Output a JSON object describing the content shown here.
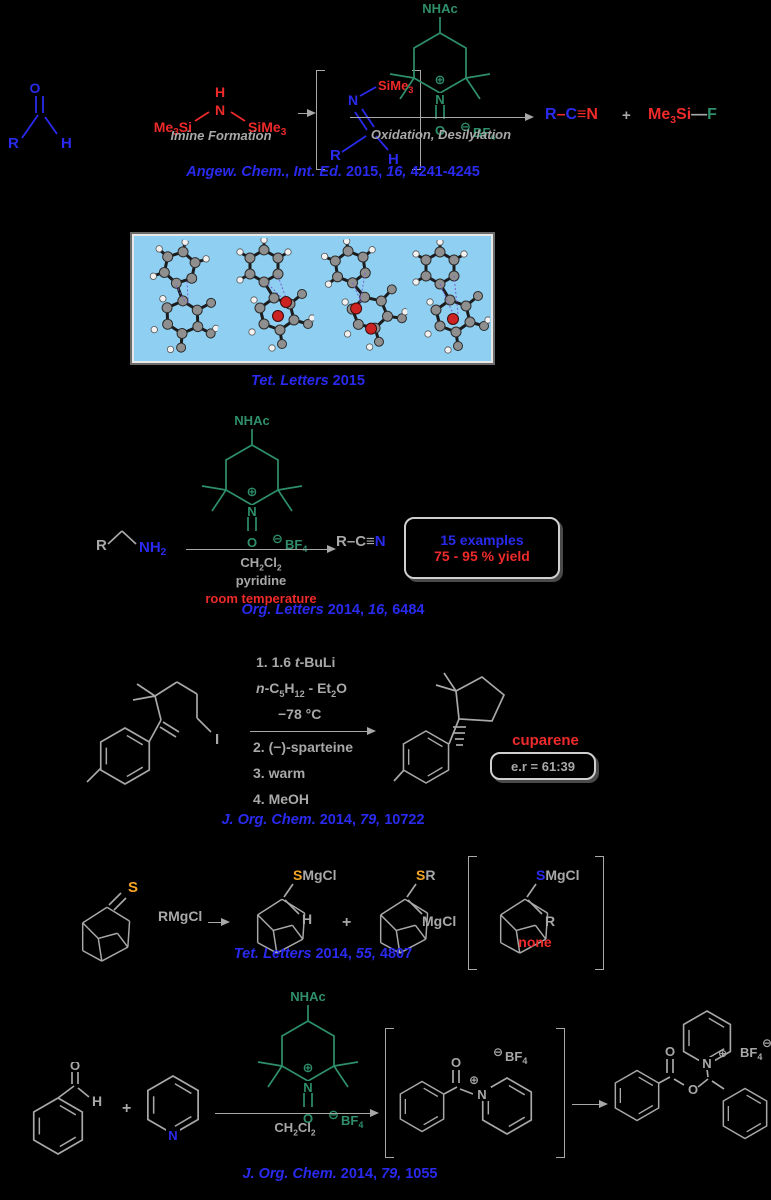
{
  "colors": {
    "background": "#000000",
    "blue": "#2a2aee",
    "red": "#ee2a2a",
    "green": "#2e8f6a",
    "ink_gray": "#a8a8a8",
    "sulfur_orange": "#f5a623",
    "crystal_panel_blue": "#8fd0f2"
  },
  "tempo_reagent": {
    "nhac": "NHAc",
    "oplus": "⊕",
    "n": "N",
    "o": "O",
    "ominus": "⊖",
    "bf": "BF",
    "four": "4"
  },
  "scheme1": {
    "aldehyde": {
      "r": "R",
      "o": "O",
      "h": "H"
    },
    "hmds": {
      "h": "H",
      "n": "N",
      "me_a": "Me",
      "sub_a": "3",
      "si_a": "Si",
      "simes_b": "SiMe",
      "sub_b": "3"
    },
    "step1_label": "Imine Formation",
    "imine": {
      "r": "R",
      "n": "N",
      "h": "H",
      "simes": "SiMe",
      "sub": "3"
    },
    "step2_label": "Oxidation, Desilylation",
    "nitrile": {
      "r": "R",
      "dash": "–",
      "c": "C",
      "triple": "≡",
      "n": "N"
    },
    "plus": "+",
    "tmsf": {
      "me": "Me",
      "sub": "3",
      "si": "Si",
      "dash": "—",
      "f": "F"
    },
    "citation": {
      "journal": "Angew. Chem., Int. Ed.",
      "year": "2015,",
      "volume": "16,",
      "pages": "4241-4245"
    }
  },
  "scheme2": {
    "citation": {
      "journal": "Tet. Letters",
      "year": "2015"
    }
  },
  "scheme3": {
    "amine": {
      "r": "R",
      "nh": "NH",
      "two": "2"
    },
    "solvent": {
      "ch": "CH",
      "two_a": "2",
      "cl": "Cl",
      "two_b": "2"
    },
    "base": "pyridine",
    "temp": "room temperature",
    "nitrile": {
      "r": "R",
      "dash": "–",
      "c": "C",
      "triple": "≡",
      "n": "N"
    },
    "results": {
      "examples": "15 examples",
      "yield": "75 - 95 % yield"
    },
    "citation": {
      "journal": "Org. Letters",
      "year": "2014,",
      "volume": "16,",
      "pages": "6484"
    }
  },
  "scheme4": {
    "iodide_label": "I",
    "step1": {
      "pre": "1. 1.6 ",
      "ital": "t",
      "post": "-BuLi"
    },
    "step1b": {
      "ital": "n",
      "c": "-C",
      "five": "5",
      "h": "H",
      "twelve": "12",
      "et": " - Et",
      "two": "2",
      "o": "O"
    },
    "step1c": "−78 °C",
    "step2": {
      "pre": "2. ",
      "rest": "(−)-sparteine"
    },
    "step3": "3. warm",
    "step4": "4. MeOH",
    "product_name": "cuparene",
    "er": "e.r = 61:39",
    "citation": {
      "journal": "J. Org. Chem.",
      "year": "2014,",
      "volume": "79,",
      "pages": "10722"
    }
  },
  "scheme5": {
    "thione_s": "S",
    "reagent": "RMgCl",
    "p1": {
      "s": "S",
      "mgcl": "MgCl",
      "h": "H"
    },
    "plus": "+",
    "p2": {
      "s": "S",
      "r": "R",
      "mgcl": "MgCl"
    },
    "p3": {
      "s": "S",
      "mgcl": "MgCl",
      "r": "R"
    },
    "none_label": "none",
    "citation": {
      "journal": "Tet. Letters",
      "year": "2014,",
      "volume": "55,",
      "pages": "4807"
    }
  },
  "scheme6": {
    "aldehyde": {
      "o": "O",
      "h": "H"
    },
    "plus": "+",
    "pyridine_n": "N",
    "solvent": {
      "ch": "CH",
      "two_a": "2",
      "cl": "Cl",
      "two_b": "2"
    },
    "intermediate": {
      "o": "O",
      "oplus": "⊕",
      "n": "N",
      "ominus": "⊖",
      "bf": "BF",
      "four": "4"
    },
    "product": {
      "o_carbonyl": "O",
      "o_ester": "O",
      "n": "N",
      "oplus": "⊕",
      "ominus": "⊖",
      "bf": "BF",
      "four": "4"
    },
    "citation": {
      "journal": "J. Org. Chem.",
      "year": "2014,",
      "volume": "79,",
      "pages": "1055"
    }
  }
}
